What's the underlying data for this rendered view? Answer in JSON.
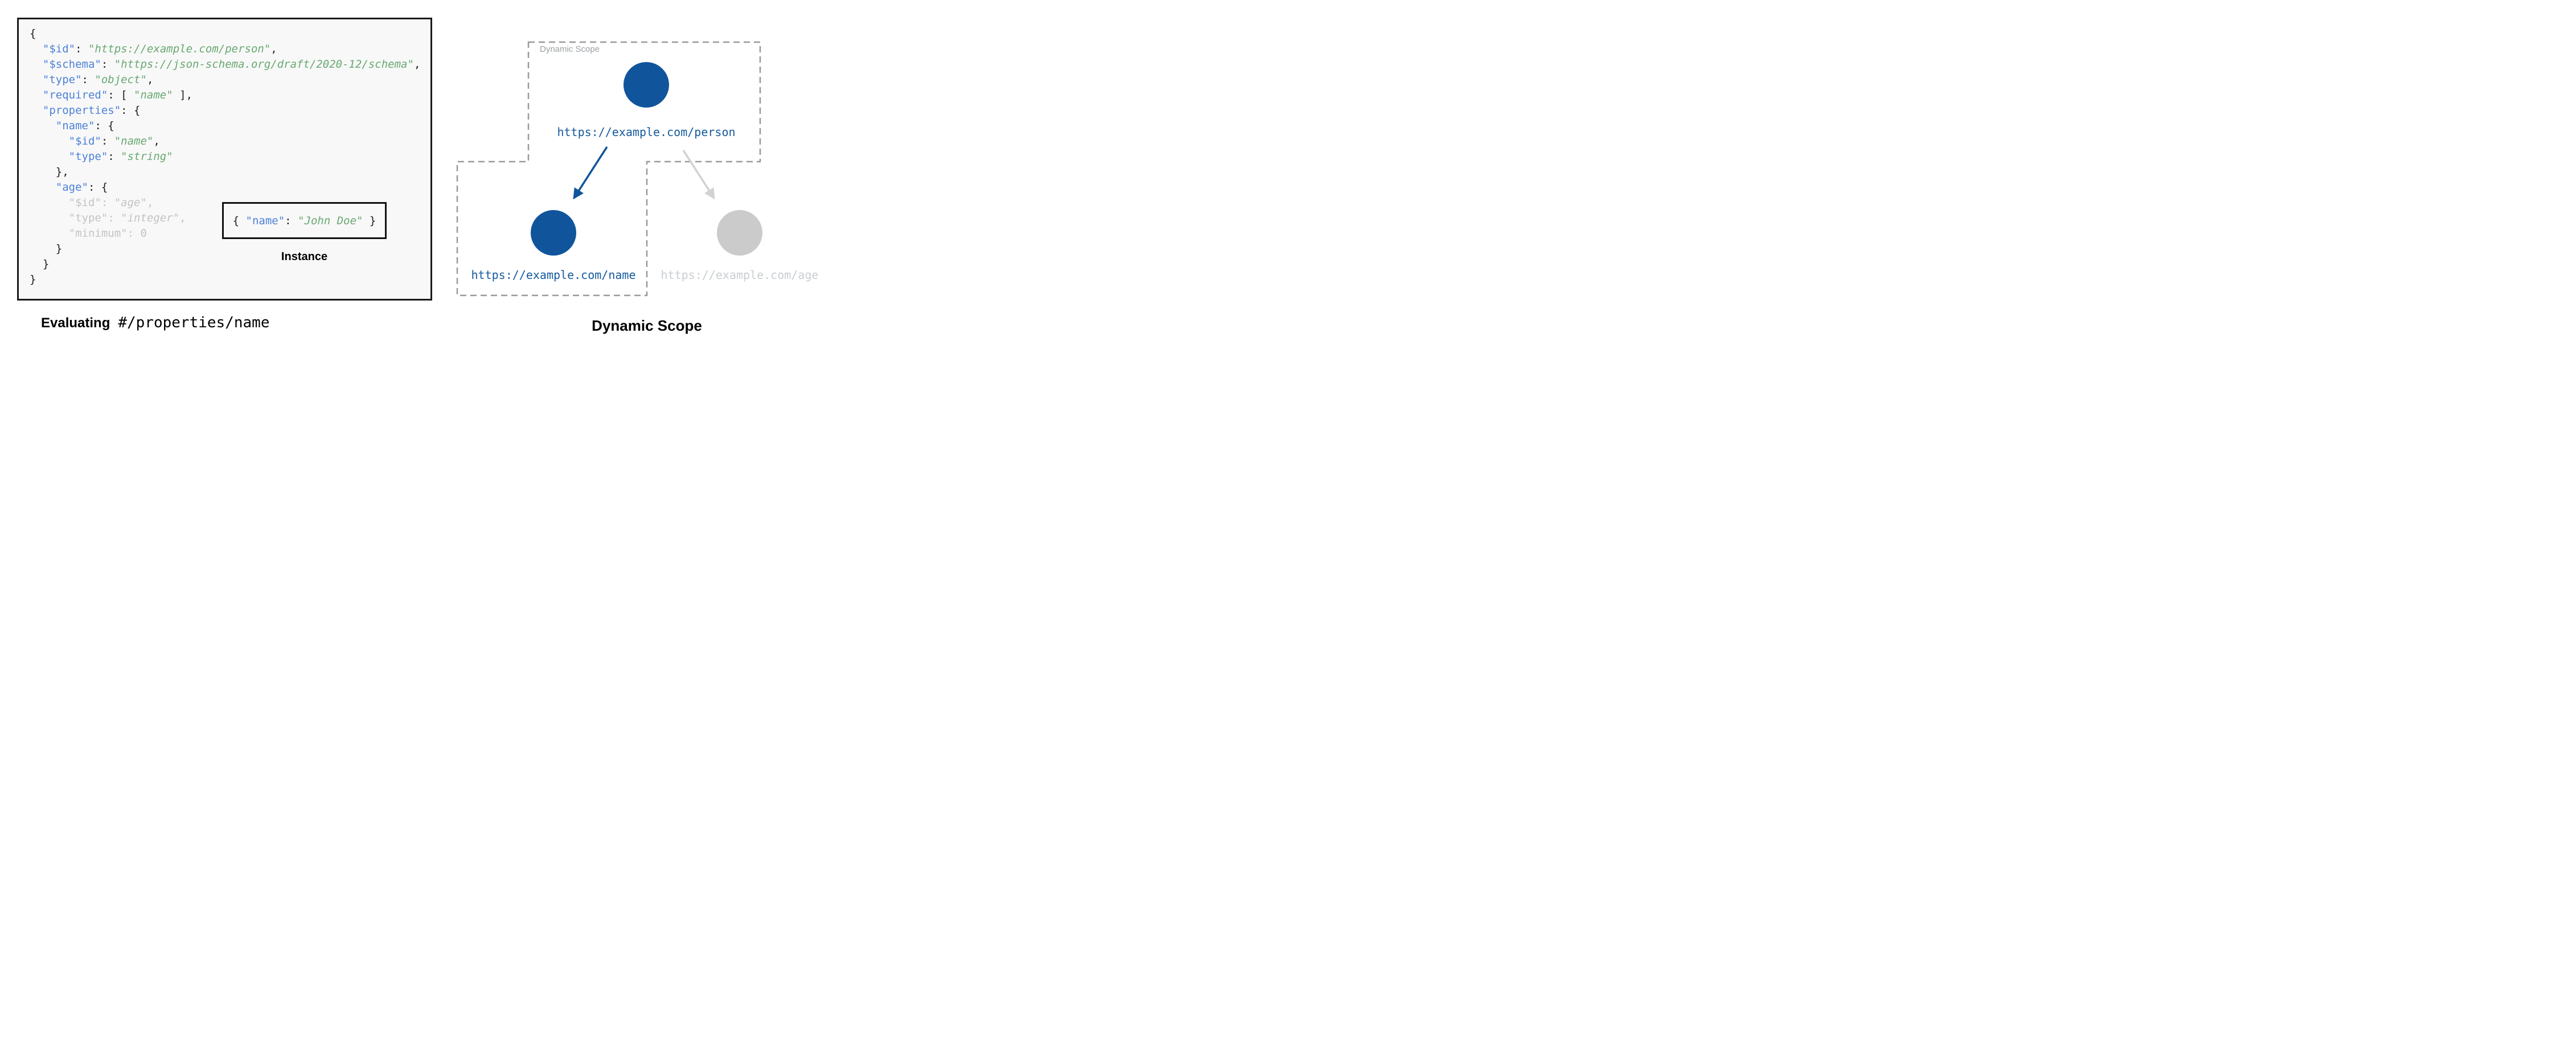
{
  "colors": {
    "node_blue": "#10559c",
    "link_text_blue": "#155a9c",
    "key_blue": "#4c80d8",
    "string_green": "#67a871",
    "muted_code_gray": "#c3c3c3",
    "node_gray": "#cbcbcb",
    "gray_arrow": "#d2d2d2",
    "dash_border_gray": "#999999",
    "code_box_bg": "#f8f8f8"
  },
  "schema_panel": {
    "code_lines": [
      [
        {
          "t": "{",
          "c": "p"
        }
      ],
      [
        {
          "t": "  ",
          "c": "p"
        },
        {
          "t": "\"$id\"",
          "c": "k"
        },
        {
          "t": ": ",
          "c": "p"
        },
        {
          "t": "\"https://example.com/person\"",
          "c": "s"
        },
        {
          "t": ",",
          "c": "p"
        }
      ],
      [
        {
          "t": "  ",
          "c": "p"
        },
        {
          "t": "\"$schema\"",
          "c": "k"
        },
        {
          "t": ": ",
          "c": "p"
        },
        {
          "t": "\"https://json-schema.org/draft/2020-12/schema\"",
          "c": "s"
        },
        {
          "t": ",",
          "c": "p"
        }
      ],
      [
        {
          "t": "  ",
          "c": "p"
        },
        {
          "t": "\"type\"",
          "c": "k"
        },
        {
          "t": ": ",
          "c": "p"
        },
        {
          "t": "\"object\"",
          "c": "s"
        },
        {
          "t": ",",
          "c": "p"
        }
      ],
      [
        {
          "t": "  ",
          "c": "p"
        },
        {
          "t": "\"required\"",
          "c": "k"
        },
        {
          "t": ": [ ",
          "c": "p"
        },
        {
          "t": "\"name\"",
          "c": "s"
        },
        {
          "t": " ],",
          "c": "p"
        }
      ],
      [
        {
          "t": "  ",
          "c": "p"
        },
        {
          "t": "\"properties\"",
          "c": "k"
        },
        {
          "t": ": {",
          "c": "p"
        }
      ],
      [
        {
          "t": "    ",
          "c": "p"
        },
        {
          "t": "\"name\"",
          "c": "k"
        },
        {
          "t": ": {",
          "c": "p"
        }
      ],
      [
        {
          "t": "      ",
          "c": "p"
        },
        {
          "t": "\"$id\"",
          "c": "k"
        },
        {
          "t": ": ",
          "c": "p"
        },
        {
          "t": "\"name\"",
          "c": "s"
        },
        {
          "t": ",",
          "c": "p"
        }
      ],
      [
        {
          "t": "      ",
          "c": "p"
        },
        {
          "t": "\"type\"",
          "c": "k"
        },
        {
          "t": ": ",
          "c": "p"
        },
        {
          "t": "\"string\"",
          "c": "s"
        }
      ],
      [
        {
          "t": "    },",
          "c": "p"
        }
      ],
      [
        {
          "t": "    ",
          "c": "p"
        },
        {
          "t": "\"age\"",
          "c": "k"
        },
        {
          "t": ": {",
          "c": "p"
        }
      ],
      [
        {
          "t": "      ",
          "c": "dp"
        },
        {
          "t": "\"$id\"",
          "c": "dk"
        },
        {
          "t": ": ",
          "c": "dp"
        },
        {
          "t": "\"age\"",
          "c": "ds"
        },
        {
          "t": ",",
          "c": "dp"
        }
      ],
      [
        {
          "t": "      ",
          "c": "dp"
        },
        {
          "t": "\"type\"",
          "c": "dk"
        },
        {
          "t": ": ",
          "c": "dp"
        },
        {
          "t": "\"integer\"",
          "c": "ds"
        },
        {
          "t": ",",
          "c": "dp"
        }
      ],
      [
        {
          "t": "      ",
          "c": "dp"
        },
        {
          "t": "\"minimum\"",
          "c": "dk"
        },
        {
          "t": ": ",
          "c": "dp"
        },
        {
          "t": "0",
          "c": "dp"
        }
      ],
      [
        {
          "t": "    }",
          "c": "p"
        }
      ],
      [
        {
          "t": "  }",
          "c": "p"
        }
      ],
      [
        {
          "t": "}",
          "c": "p"
        }
      ]
    ],
    "instance": {
      "tokens": [
        {
          "t": "{ ",
          "c": "p"
        },
        {
          "t": "\"name\"",
          "c": "k"
        },
        {
          "t": ": ",
          "c": "p"
        },
        {
          "t": "\"John Doe\"",
          "c": "s"
        },
        {
          "t": " }",
          "c": "p"
        }
      ],
      "label": "Instance"
    },
    "caption": {
      "prefix": "Evaluating",
      "path": "#/properties/name"
    }
  },
  "diagram": {
    "scope_label": "Dynamic Scope",
    "title": "Dynamic Scope",
    "nodes": [
      {
        "id": "person",
        "label": "https://example.com/person",
        "state": "in-scope"
      },
      {
        "id": "name",
        "label": "https://example.com/name",
        "state": "in-scope"
      },
      {
        "id": "age",
        "label": "https://example.com/age",
        "state": "out-of-scope"
      }
    ]
  }
}
